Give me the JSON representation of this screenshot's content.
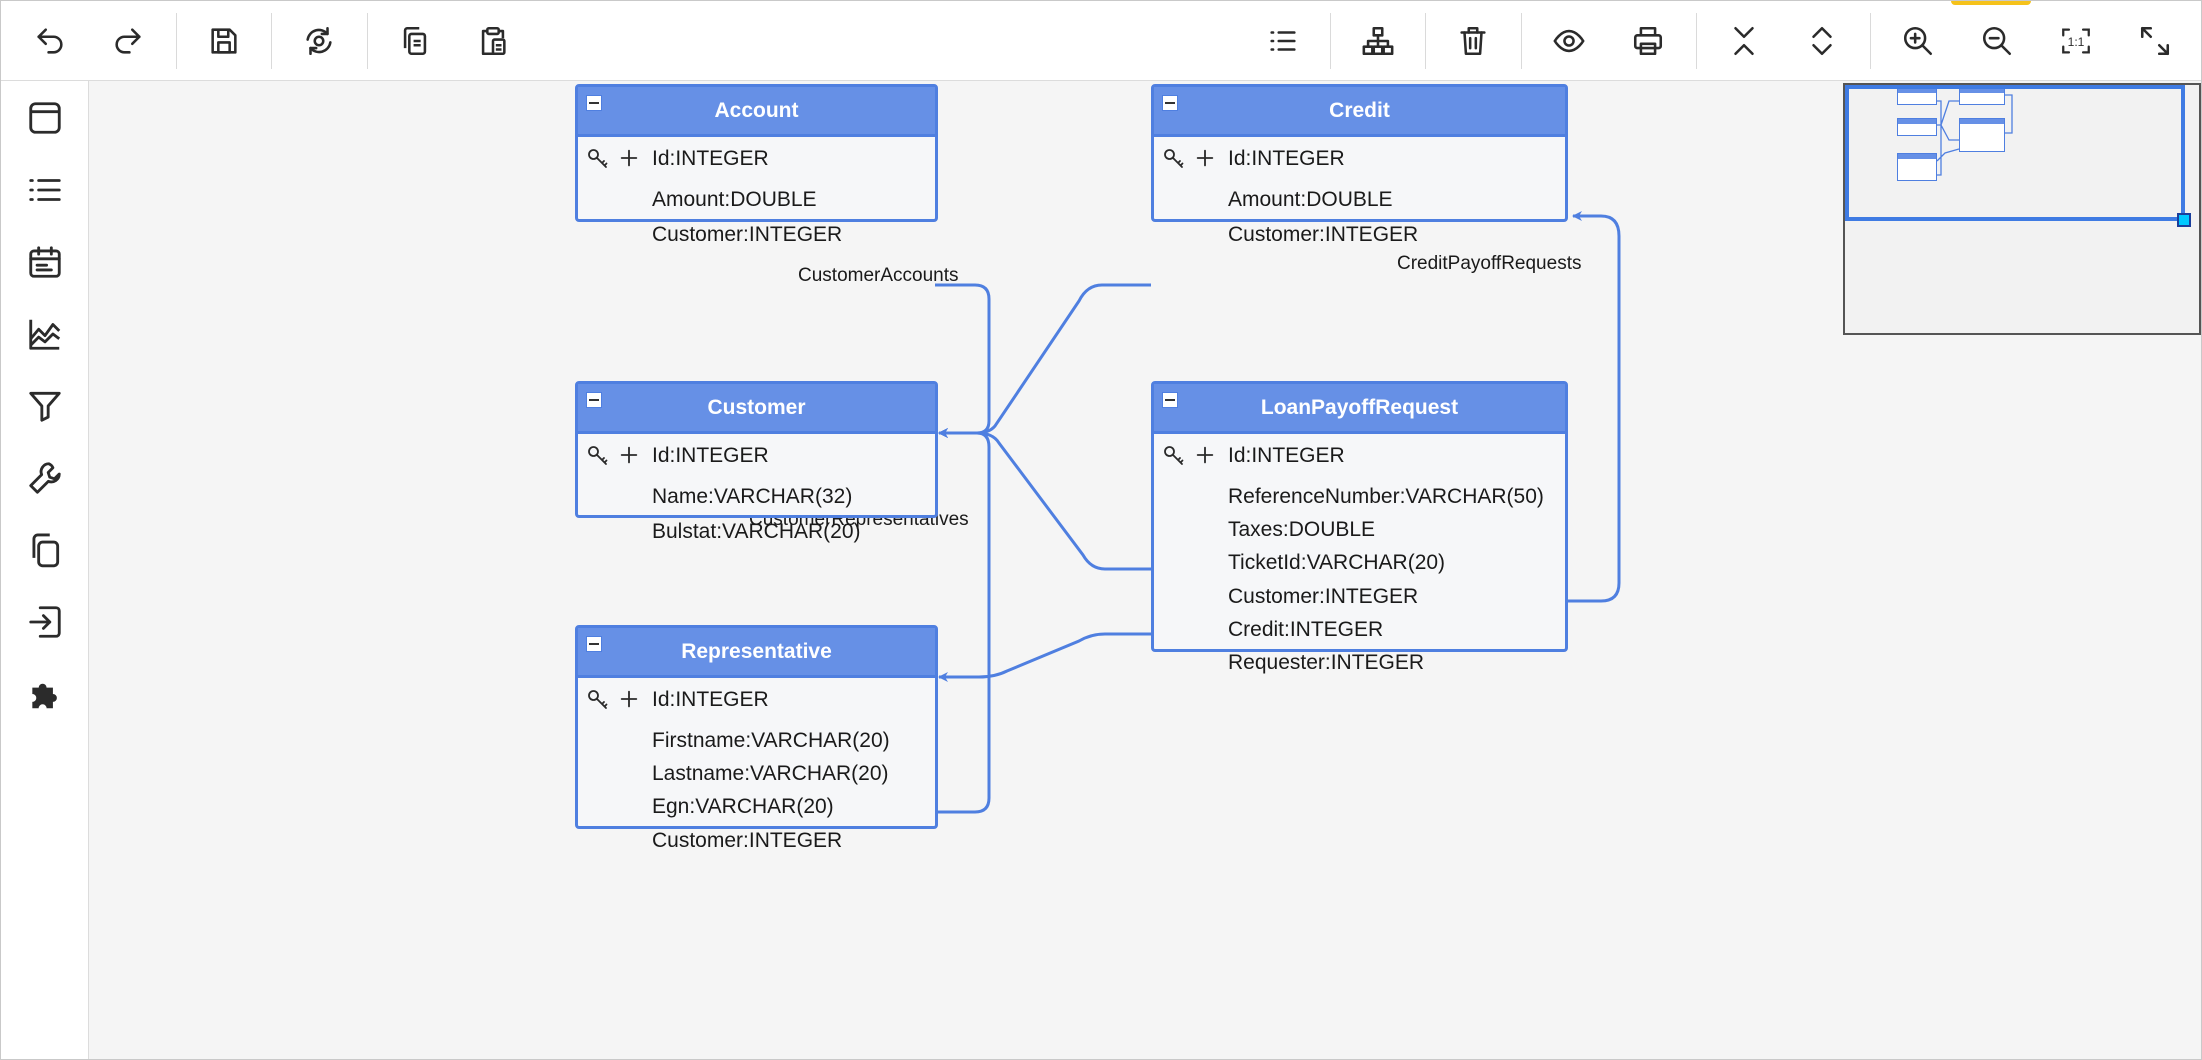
{
  "colors": {
    "accent": "#4f7fe0",
    "header_fill": "#6690e6",
    "canvas_bg": "#f5f5f5",
    "icon": "#2b2b2b"
  },
  "toolbar": {
    "left": [
      "undo-icon",
      "redo-icon",
      "save-icon",
      "sync-icon",
      "copy-icon",
      "paste-icon"
    ],
    "right": [
      "list-icon",
      "hierarchy-icon",
      "delete-icon",
      "eye-icon",
      "printer-icon",
      "collapse-icon",
      "expand-icon",
      "zoom-in-icon",
      "zoom-out-icon",
      "actual-size-icon",
      "fit-screen-icon"
    ],
    "actual_size_label": "1:1"
  },
  "sidebar": [
    "window-icon",
    "list-icon",
    "calendar-icon",
    "area-chart-icon",
    "filter-icon",
    "wrench-icon",
    "duplicate-icon",
    "import-icon",
    "puzzle-icon"
  ],
  "tables": {
    "account": {
      "title": "Account",
      "rows": [
        {
          "text": "Id:INTEGER",
          "key": true
        },
        {
          "text": "Amount:DOUBLE",
          "key": false
        },
        {
          "text": "Customer:INTEGER",
          "key": false
        }
      ]
    },
    "credit": {
      "title": "Credit",
      "rows": [
        {
          "text": "Id:INTEGER",
          "key": true
        },
        {
          "text": "Amount:DOUBLE",
          "key": false
        },
        {
          "text": "Customer:INTEGER",
          "key": false
        }
      ]
    },
    "customer": {
      "title": "Customer",
      "rows": [
        {
          "text": "Id:INTEGER",
          "key": true
        },
        {
          "text": "Name:VARCHAR(32)",
          "key": false
        },
        {
          "text": "Bulstat:VARCHAR(20)",
          "key": false
        }
      ]
    },
    "loan": {
      "title": "LoanPayoffRequest",
      "rows": [
        {
          "text": "Id:INTEGER",
          "key": true
        },
        {
          "text": "ReferenceNumber:VARCHAR(50)",
          "key": false
        },
        {
          "text": "Taxes:DOUBLE",
          "key": false
        },
        {
          "text": "TicketId:VARCHAR(20)",
          "key": false
        },
        {
          "text": "Customer:INTEGER",
          "key": false
        },
        {
          "text": "Credit:INTEGER",
          "key": false
        },
        {
          "text": "Requester:INTEGER",
          "key": false
        }
      ]
    },
    "representative": {
      "title": "Representative",
      "rows": [
        {
          "text": "Id:INTEGER",
          "key": true
        },
        {
          "text": "Firstname:VARCHAR(20)",
          "key": false
        },
        {
          "text": "Lastname:VARCHAR(20)",
          "key": false
        },
        {
          "text": "Egn:VARCHAR(20)",
          "key": false
        },
        {
          "text": "Customer:INTEGER",
          "key": false
        }
      ]
    }
  },
  "relations": {
    "customer_accounts": "CustomerAccounts",
    "credit_payoff_requests": "CreditPayoffRequests",
    "customer_representatives": "CustomerRepresentatives"
  }
}
